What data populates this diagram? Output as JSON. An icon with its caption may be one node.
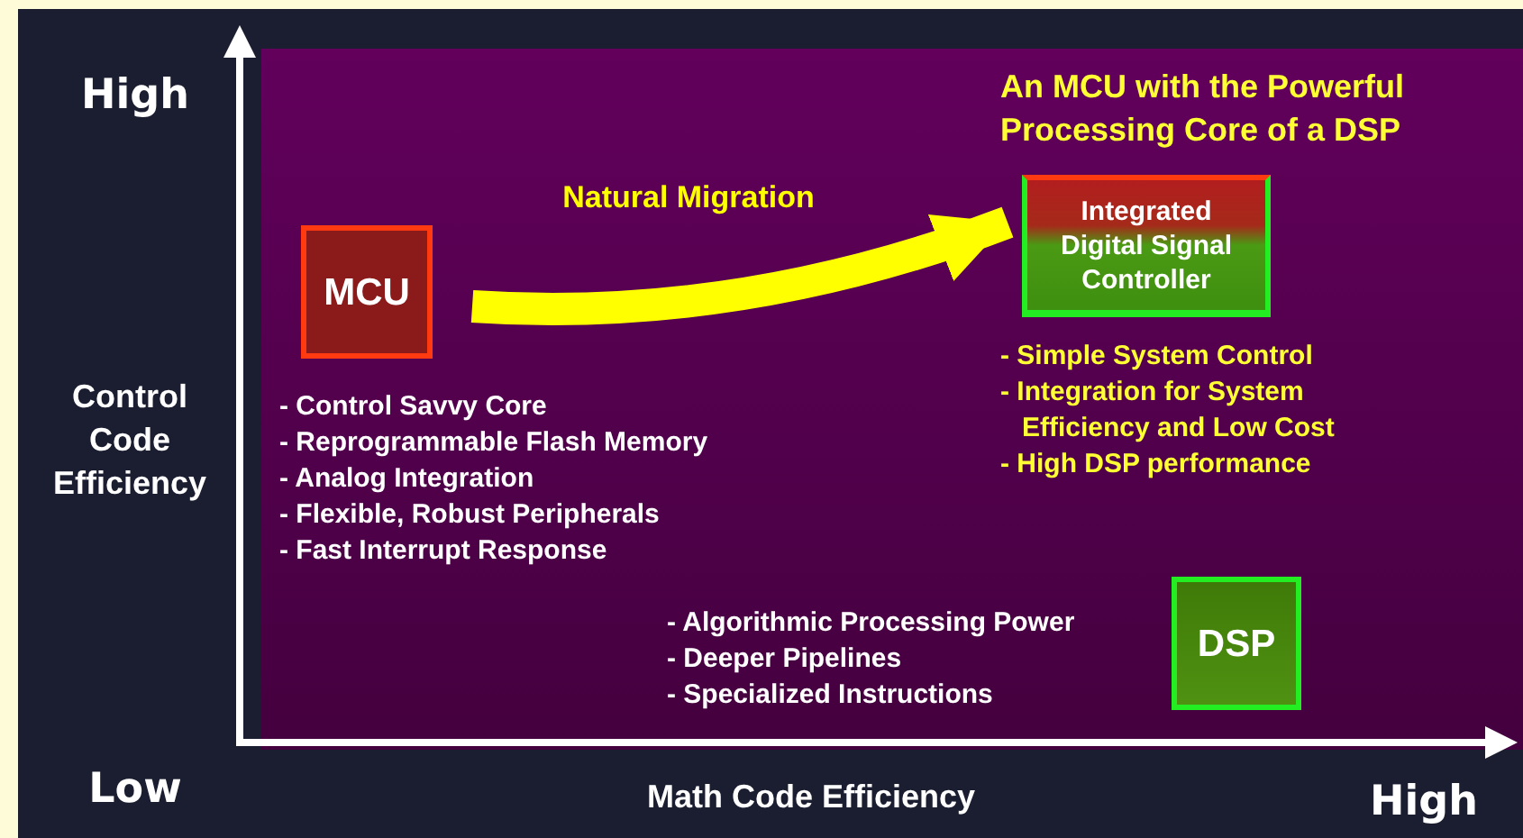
{
  "diagram": {
    "nodes": [
      {
        "text": [
          "MCU"
        ],
        "beside": [
          "- Control Savvy Core",
          "- Reprogrammable Flash Memory",
          "- Analog Integration",
          "- Flexible, Robust Peripherals",
          "- Fast Interrupt Response"
        ]
      },
      {
        "text": [
          "Integrated Digital Signal Controller"
        ],
        "beside": [
          "An MCU with the Powerful Processing Core of a DSP",
          "- Simple System Control",
          "- Integration for System Efficiency and Low Cost",
          "- High DSP performance"
        ]
      },
      {
        "text": [
          "DSP"
        ],
        "beside": [
          "- Algorithmic Processing Power",
          "- Deeper Pipelines",
          "- Specialized Instructions"
        ]
      }
    ],
    "edges": [
      {
        "from": 0,
        "to": 1,
        "arrow": "to",
        "label": "Natural Migration",
        "color": "#ffff00"
      }
    ],
    "labels": [
      "High",
      "Control Code Efficiency",
      "Low",
      "Math Code Efficiency",
      "High"
    ]
  }
}
